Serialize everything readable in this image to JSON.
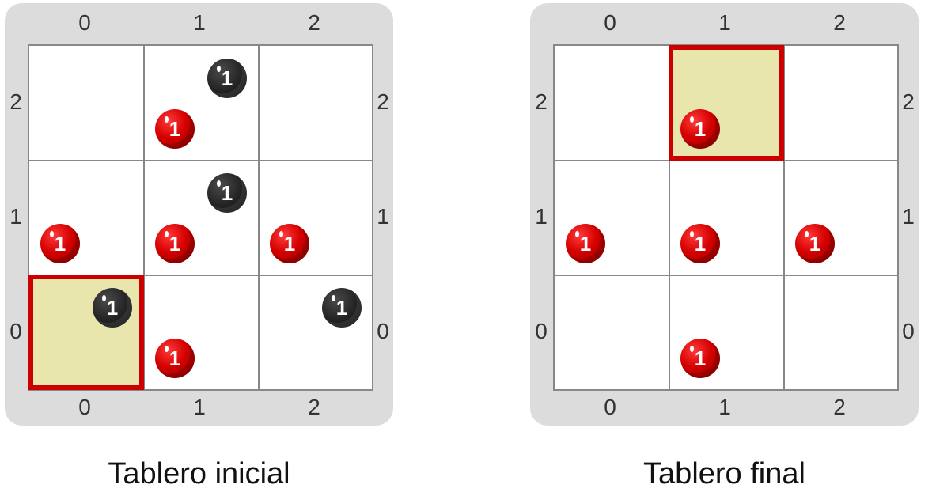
{
  "boards": [
    {
      "caption": "Tablero inicial",
      "col_labels": [
        "0",
        "1",
        "2"
      ],
      "row_labels": [
        "2",
        "1",
        "0"
      ],
      "highlight": {
        "col": 0,
        "row": 0
      },
      "balls": [
        {
          "col": 1,
          "row": 2,
          "color": "black",
          "label": "1",
          "slot": "top"
        },
        {
          "col": 1,
          "row": 2,
          "color": "red",
          "label": "1",
          "slot": "bottom"
        },
        {
          "col": 1,
          "row": 1,
          "color": "black",
          "label": "1",
          "slot": "top"
        },
        {
          "col": 0,
          "row": 1,
          "color": "red",
          "label": "1",
          "slot": "bottom"
        },
        {
          "col": 1,
          "row": 1,
          "color": "red",
          "label": "1",
          "slot": "bottom"
        },
        {
          "col": 2,
          "row": 1,
          "color": "red",
          "label": "1",
          "slot": "bottom"
        },
        {
          "col": 0,
          "row": 0,
          "color": "black",
          "label": "1",
          "slot": "top"
        },
        {
          "col": 2,
          "row": 0,
          "color": "black",
          "label": "1",
          "slot": "top"
        },
        {
          "col": 1,
          "row": 0,
          "color": "red",
          "label": "1",
          "slot": "bottom"
        }
      ]
    },
    {
      "caption": "Tablero final",
      "col_labels": [
        "0",
        "1",
        "2"
      ],
      "row_labels": [
        "2",
        "1",
        "0"
      ],
      "highlight": {
        "col": 1,
        "row": 2
      },
      "balls": [
        {
          "col": 1,
          "row": 2,
          "color": "red",
          "label": "1",
          "slot": "bottom"
        },
        {
          "col": 0,
          "row": 1,
          "color": "red",
          "label": "1",
          "slot": "bottom"
        },
        {
          "col": 1,
          "row": 1,
          "color": "red",
          "label": "1",
          "slot": "bottom"
        },
        {
          "col": 2,
          "row": 1,
          "color": "red",
          "label": "1",
          "slot": "bottom"
        },
        {
          "col": 1,
          "row": 0,
          "color": "red",
          "label": "1",
          "slot": "bottom"
        }
      ]
    }
  ],
  "colors": {
    "board_frame": "#dcdcdc",
    "grid_line": "#888888",
    "highlight_fill": "#e8e6ac",
    "highlight_border": "#cc0000",
    "red_ball": "#d40000",
    "black_ball": "#222222"
  }
}
